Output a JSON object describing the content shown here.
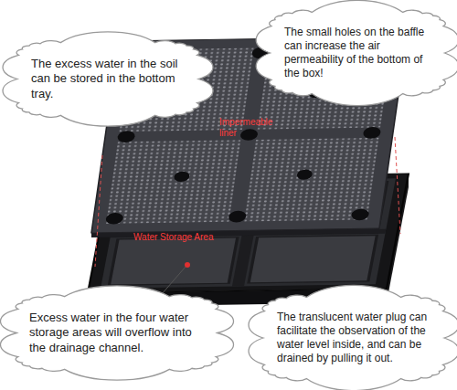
{
  "diagram": {
    "nodes": [
      {
        "text": [
          "The excess water in the soil can be stored in the bottom tray."
        ]
      },
      {
        "text": [
          "The small holes on the baffle can increase the air permeability of the bottom of the box!"
        ]
      },
      {
        "text": [
          "Excess water in the four water storage areas will overflow into the drainage channel."
        ]
      },
      {
        "text": [
          "The translucent water plug can facilitate the observation of the water level inside, and can be drained by pulling it out."
        ]
      }
    ],
    "labels": [
      "Impermeable liner",
      "Water Storage Area"
    ]
  }
}
